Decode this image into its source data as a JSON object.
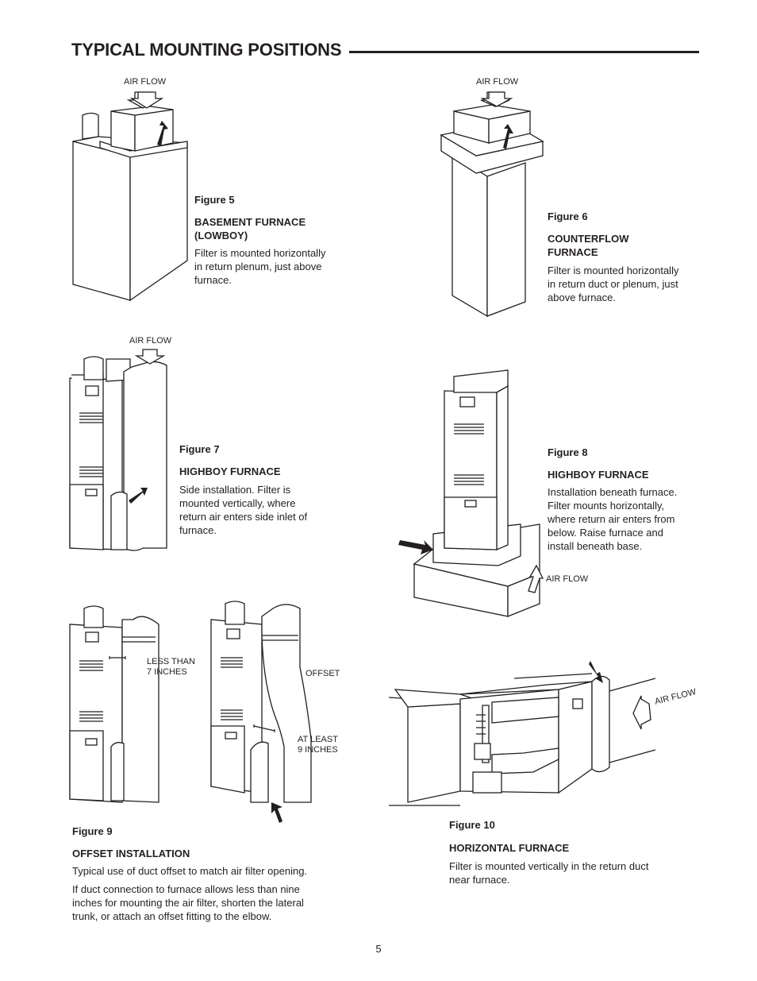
{
  "page": {
    "title": "TYPICAL MOUNTING POSITIONS",
    "page_number": "5"
  },
  "fig5": {
    "airflow": "AIR FLOW",
    "label": "Figure 5",
    "name_line1": "BASEMENT FURNACE",
    "name_line2": "(LOWBOY)",
    "desc": [
      "Filter is mounted horizontally",
      "in return plenum, just above",
      "furnace."
    ]
  },
  "fig6": {
    "airflow": "AIR FLOW",
    "label": "Figure 6",
    "name_line1": "COUNTERFLOW",
    "name_line2": "FURNACE",
    "desc": [
      "Filter is mounted horizontally",
      "in return duct or plenum, just",
      "above furnace."
    ]
  },
  "fig7": {
    "airflow": "AIR FLOW",
    "label": "Figure 7",
    "name": "HIGHBOY FURNACE",
    "desc": [
      "Side installation. Filter is",
      "mounted vertically, where",
      "return air enters side inlet of",
      "furnace."
    ]
  },
  "fig8": {
    "airflow": "AIR FLOW",
    "label": "Figure 8",
    "name": "HIGHBOY FURNACE",
    "desc": [
      "Installation beneath furnace.",
      "Filter mounts horizontally,",
      "where return air enters from",
      "below. Raise furnace and",
      "install beneath base."
    ]
  },
  "fig9": {
    "less_than": [
      "LESS THAN",
      "7 INCHES"
    ],
    "offset": "OFFSET",
    "at_least": [
      "AT LEAST",
      "9 INCHES"
    ],
    "label": "Figure 9",
    "name": "OFFSET INSTALLATION",
    "desc1": "Typical use of duct offset to match air filter opening.",
    "desc2": [
      "If duct connection to furnace allows less than nine",
      "inches for mounting the air filter, shorten the lateral",
      "trunk, or attach an offset fitting to the elbow."
    ]
  },
  "fig10": {
    "airflow": "AIR FLOW",
    "label": "Figure 10",
    "name": "HORIZONTAL FURNACE",
    "desc": [
      "Filter is mounted vertically in the return duct",
      "near furnace."
    ]
  }
}
